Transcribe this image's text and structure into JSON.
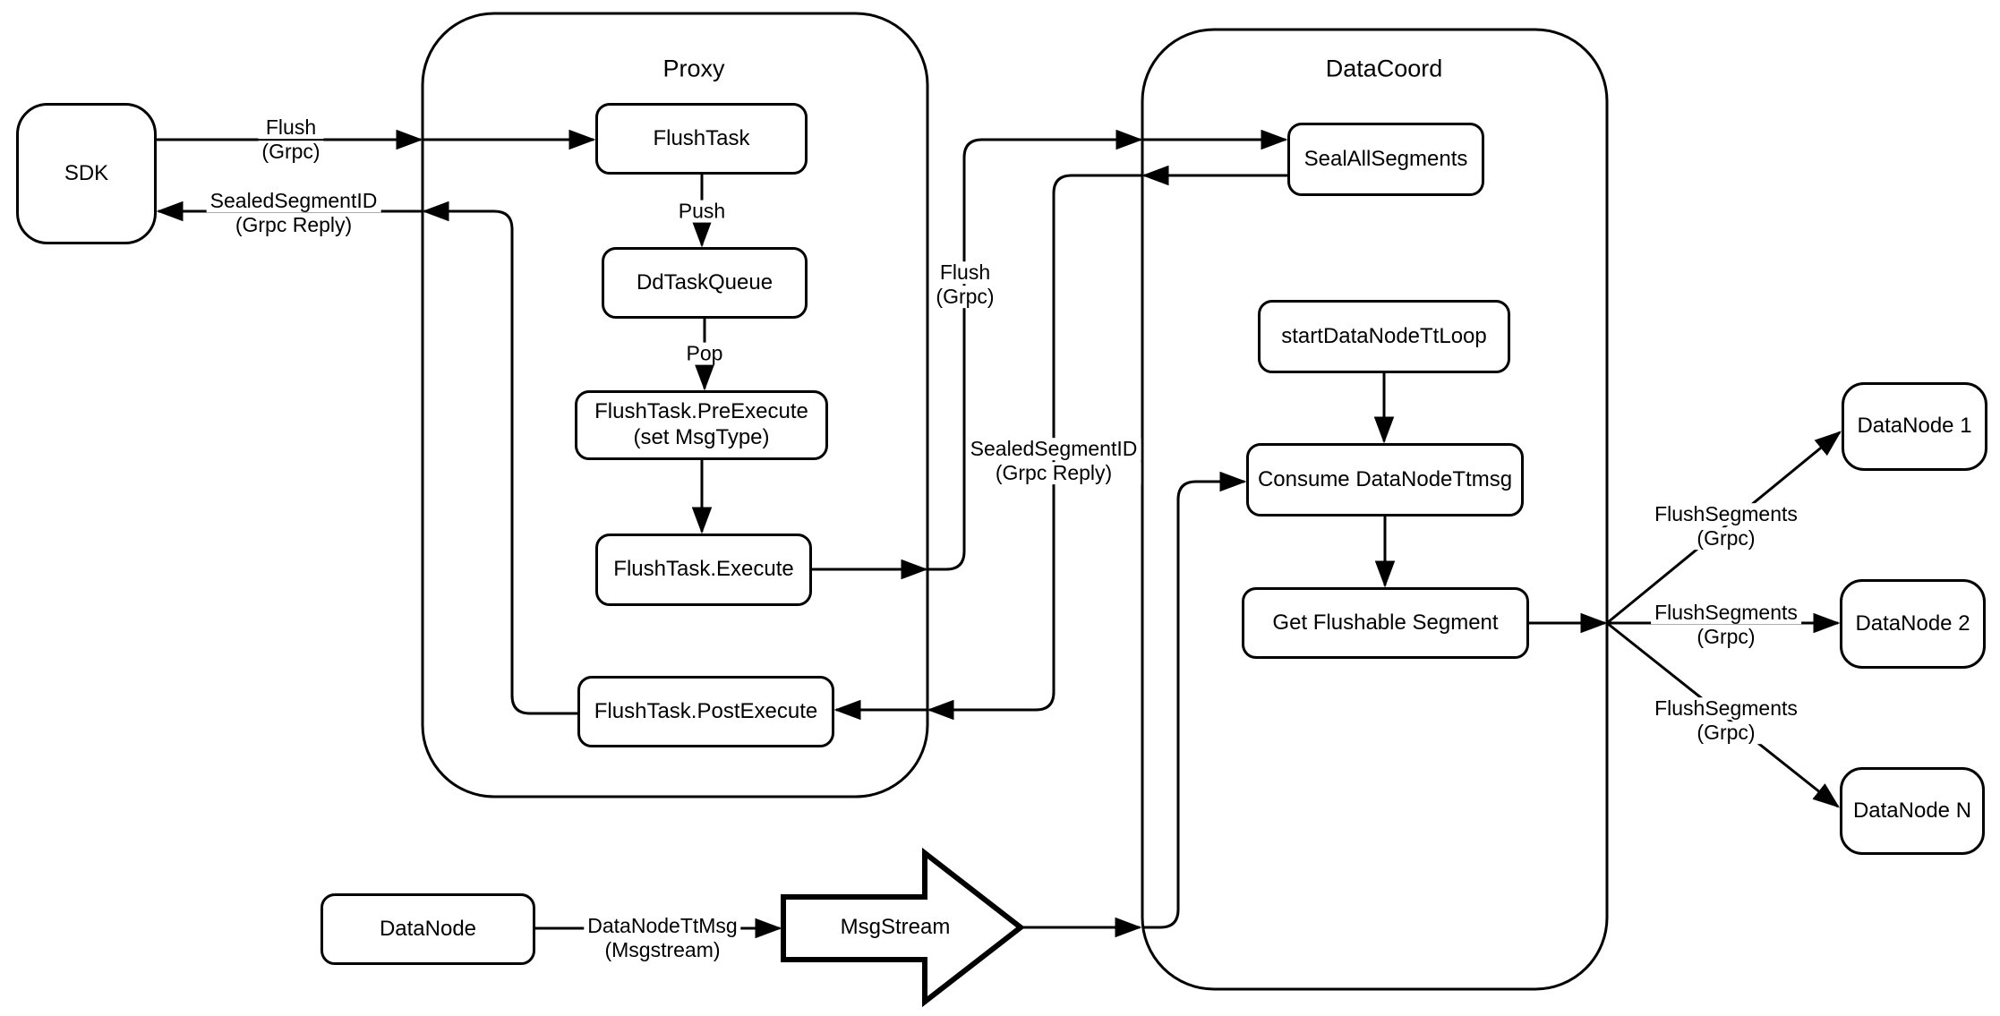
{
  "colors": {
    "stroke": "#000000",
    "background": "#ffffff",
    "text": "#000000"
  },
  "containers": {
    "proxy": "Proxy",
    "datacoord": "DataCoord"
  },
  "nodes": {
    "sdk": "SDK",
    "flushtask": "FlushTask",
    "ddtaskqueue": "DdTaskQueue",
    "preexecute": {
      "line1": "FlushTask.PreExecute",
      "line2": "(set MsgType)"
    },
    "execute": "FlushTask.Execute",
    "postexecute": "FlushTask.PostExecute",
    "sealallsegments": "SealAllSegments",
    "startdatanodettloop": "startDataNodeTtLoop",
    "consume": "Consume DataNodeTtmsg",
    "getflushable": "Get Flushable Segment",
    "datanode1": "DataNode 1",
    "datanode2": "DataNode 2",
    "datanoden": "DataNode N",
    "datanode": "DataNode",
    "msgstream": "MsgStream"
  },
  "edge_labels": {
    "flush_sdk": {
      "line1": "Flush",
      "line2": "(Grpc)"
    },
    "sealed_sdk": {
      "line1": "SealedSegmentID",
      "line2": "(Grpc Reply)"
    },
    "push": {
      "line1": "Push"
    },
    "pop": {
      "line1": "Pop"
    },
    "flush_mid": {
      "line1": "Flush",
      "line2": "(Grpc)"
    },
    "sealed_mid": {
      "line1": "SealedSegmentID",
      "line2": "(Grpc Reply)"
    },
    "datanodettmsg": {
      "line1": "DataNodeTtMsg",
      "line2": "(Msgstream)"
    },
    "flushsegments_1": {
      "line1": "FlushSegments",
      "line2": "(Grpc)"
    },
    "flushsegments_2": {
      "line1": "FlushSegments",
      "line2": "(Grpc)"
    },
    "flushsegments_3": {
      "line1": "FlushSegments",
      "line2": "(Grpc)"
    }
  }
}
